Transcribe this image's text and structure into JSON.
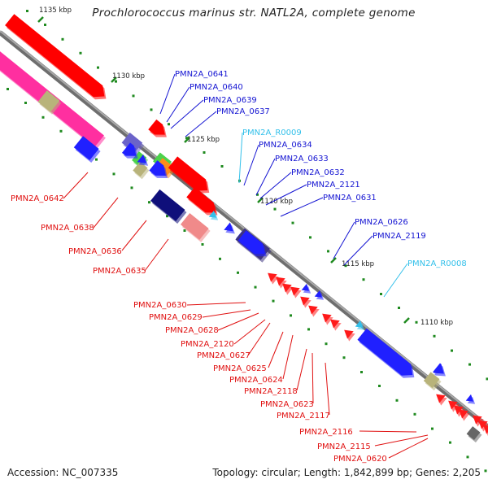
{
  "title": "Prochlorococcus marinus str. NATL2A, complete genome",
  "footer": {
    "accession": "Accession: NC_007335",
    "summary": "Topology: circular; Length: 1,842,899 bp; Genes: 2,205"
  },
  "colors": {
    "backbone": "#8a8a8a",
    "tick": "#1f8a1f",
    "label_forward": "#1414d2",
    "label_reverse": "#e01010",
    "label_rna": "#33c0ea",
    "tick_label": "#222222"
  },
  "axis": {
    "ticks": [
      {
        "label": "1135 kbp"
      },
      {
        "label": "1130 kbp"
      },
      {
        "label": "1125 kbp"
      },
      {
        "label": "1120 kbp"
      },
      {
        "label": "1115 kbp"
      },
      {
        "label": "1110 kbp"
      }
    ]
  },
  "labels_forward": [
    {
      "text": "PMN2A_0641",
      "type": "gene"
    },
    {
      "text": "PMN2A_0640",
      "type": "gene"
    },
    {
      "text": "PMN2A_0639",
      "type": "gene"
    },
    {
      "text": "PMN2A_0637",
      "type": "gene"
    },
    {
      "text": "PMN2A_R0009",
      "type": "rna"
    },
    {
      "text": "PMN2A_0634",
      "type": "gene"
    },
    {
      "text": "PMN2A_0633",
      "type": "gene"
    },
    {
      "text": "PMN2A_0632",
      "type": "gene"
    },
    {
      "text": "PMN2A_2121",
      "type": "gene"
    },
    {
      "text": "PMN2A_0631",
      "type": "gene"
    },
    {
      "text": "PMN2A_0626",
      "type": "gene"
    },
    {
      "text": "PMN2A_2119",
      "type": "gene"
    },
    {
      "text": "PMN2A_R0008",
      "type": "rna"
    }
  ],
  "labels_reverse": [
    {
      "text": "PMN2A_0642"
    },
    {
      "text": "PMN2A_0638"
    },
    {
      "text": "PMN2A_0636"
    },
    {
      "text": "PMN2A_0635"
    },
    {
      "text": "PMN2A_0630"
    },
    {
      "text": "PMN2A_0629"
    },
    {
      "text": "PMN2A_0628"
    },
    {
      "text": "PMN2A_2120"
    },
    {
      "text": "PMN2A_0627"
    },
    {
      "text": "PMN2A_0625"
    },
    {
      "text": "PMN2A_0624"
    },
    {
      "text": "PMN2A_2118"
    },
    {
      "text": "PMN2A_0623"
    },
    {
      "text": "PMN2A_2117"
    },
    {
      "text": "PMN2A_2116"
    },
    {
      "text": "PMN2A_2115"
    },
    {
      "text": "PMN2A_0620"
    }
  ]
}
